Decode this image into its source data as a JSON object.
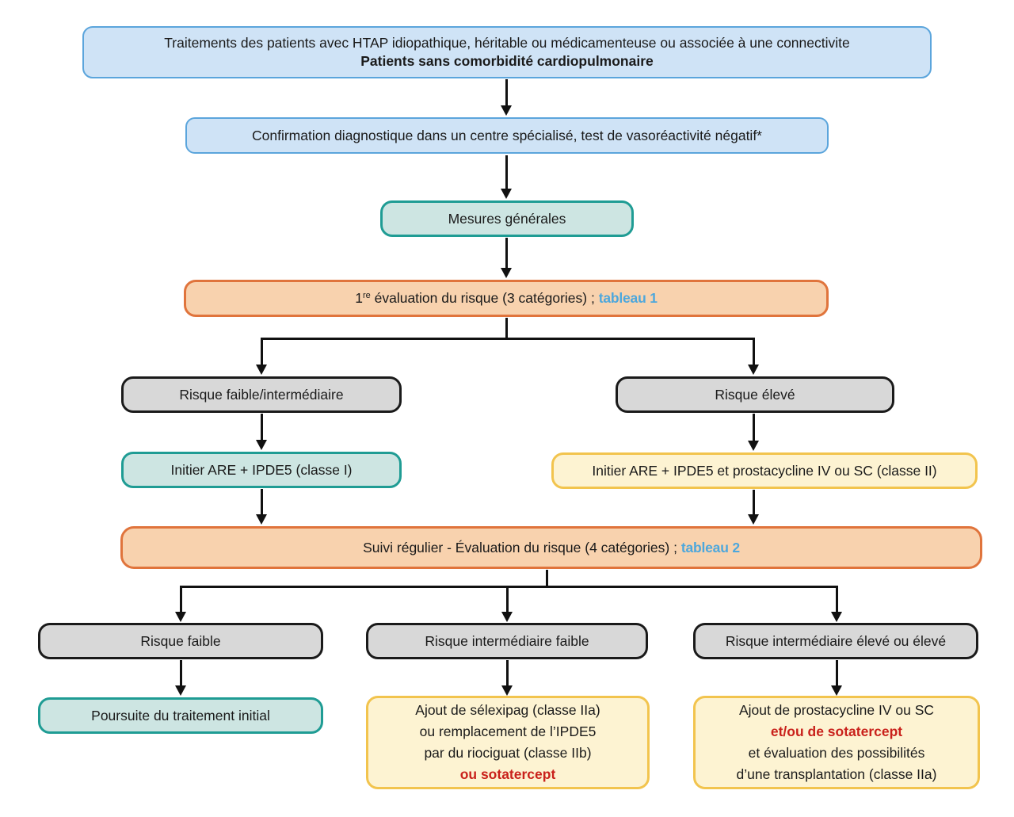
{
  "colors": {
    "background": "#ffffff",
    "text": "#1a1a1a",
    "arrow": "#111111",
    "blue_fill": "#cfe3f6",
    "blue_border": "#5ba5dc",
    "teal_fill": "#cde5e2",
    "teal_border": "#1f9c94",
    "orange_fill": "#f8d2ae",
    "orange_border": "#e0743c",
    "gray_fill": "#d8d8d8",
    "gray_border": "#1a1a1a",
    "yellow_fill": "#fdf3d2",
    "yellow_border": "#f2c44e",
    "red_text": "#c9211b",
    "link_blue": "#4da7dc"
  },
  "boxes": {
    "title": {
      "line1": "Traitements des patients avec HTAP idiopathique, héritable ou médicamenteuse ou associée à une connectivite",
      "line2": "Patients sans comorbidité cardiopulmonaire"
    },
    "confirmation": "Confirmation diagnostique dans un centre spécialisé, test de vasoréactivité négatif*",
    "general_measures": "Mesures générales",
    "first_assessment": {
      "num": "1",
      "sup": "re",
      "text": " évaluation du risque (3 catégories) ; ",
      "link": "tableau 1"
    },
    "risk_low_intermediate": "Risque faible/intermédiaire",
    "risk_high": "Risque élevé",
    "initiate_low": "Initier ARE + IPDE5 (classe I)",
    "initiate_high": "Initier ARE + IPDE5 et prostacycline IV ou SC (classe II)",
    "follow_up": {
      "text": "Suivi régulier - Évaluation du risque (4 catégories) ; ",
      "link": "tableau 2"
    },
    "risk_low": "Risque faible",
    "risk_intermediate_low": "Risque intermédiaire faible",
    "risk_intermediate_high": "Risque intermédiaire élevé ou élevé",
    "continue_treatment": "Poursuite du traitement initial",
    "add_selexipag": {
      "lines": [
        "Ajout de sélexipag (classe IIa)",
        "ou remplacement de l’IPDE5",
        "par du riociguat (classe IIb)",
        "ou sotatercept"
      ]
    },
    "add_prostacyclin": {
      "lines": [
        "Ajout de prostacycline IV ou SC",
        "et/ou de sotatercept",
        "et évaluation des possibilités",
        "d’une transplantation (classe IIa)"
      ]
    }
  }
}
